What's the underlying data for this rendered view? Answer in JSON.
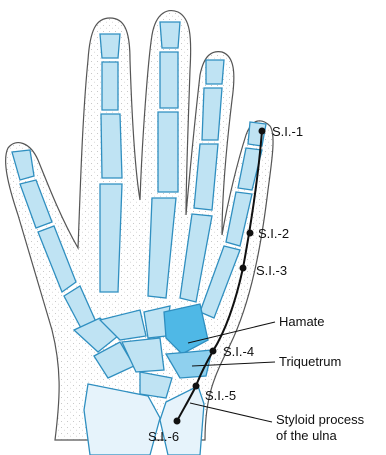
{
  "colors": {
    "bone_fill": "#bfe3f3",
    "bone_stroke": "#2f8fc0",
    "hamate_fill": "#4fb8e6",
    "triquetrum_fill": "#8fd0ee",
    "ulna_fill": "#e6f3fb",
    "skin_outline": "#555555",
    "meridian": "#111111"
  },
  "points": [
    {
      "id": "si1",
      "label": "S.I.-1"
    },
    {
      "id": "si2",
      "label": "S.I.-2"
    },
    {
      "id": "si3",
      "label": "S.I.-3"
    },
    {
      "id": "si4",
      "label": "S.I.-4"
    },
    {
      "id": "si5",
      "label": "S.I.-5"
    },
    {
      "id": "si6",
      "label": "S.I.-6"
    }
  ],
  "annotations": {
    "hamate": "Hamate",
    "triquetrum": "Triquetrum",
    "styloid_line1": "Styloid process",
    "styloid_line2": "of the ulna"
  }
}
